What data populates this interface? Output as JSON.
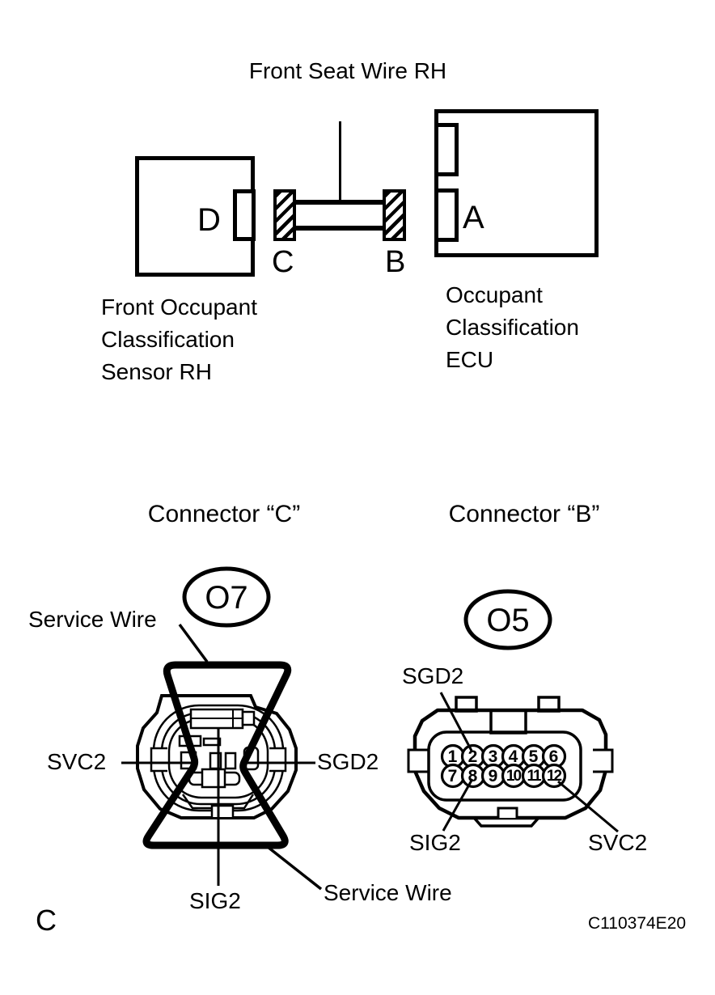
{
  "colors": {
    "ink": "#000000",
    "paper": "#ffffff"
  },
  "title": "Front Seat Wire RH",
  "harness": {
    "sensor_box_letter": "D",
    "ecu_box_letter": "A",
    "connector_c_letter": "C",
    "connector_b_letter": "B",
    "sensor_caption": [
      "Front Occupant",
      "Classification",
      "Sensor RH"
    ],
    "ecu_caption": [
      "Occupant",
      "Classification",
      "ECU"
    ]
  },
  "connector_c": {
    "heading": "Connector “C”",
    "code": "O7",
    "service_wire_top": "Service Wire",
    "service_wire_bottom": "Service Wire",
    "terminal_svc2": "SVC2",
    "terminal_sgd2": "SGD2",
    "terminal_sig2": "SIG2"
  },
  "connector_b": {
    "heading": "Connector “B”",
    "code": "O5",
    "terminal_sgd2": "SGD2",
    "terminal_sig2": "SIG2",
    "terminal_svc2": "SVC2",
    "pins": [
      "1",
      "2",
      "3",
      "4",
      "5",
      "6",
      "7",
      "8",
      "9",
      "10",
      "11",
      "12"
    ]
  },
  "footer": {
    "view_letter": "C",
    "figure_code": "C110374E20"
  }
}
